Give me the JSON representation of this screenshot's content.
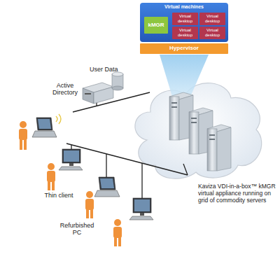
{
  "diagram": {
    "nodes": [
      {
        "text": [
          "Virtual machines"
        ]
      },
      {
        "text": [
          "kMGR"
        ],
        "in": 0
      },
      {
        "text": [
          "Virtual desktop"
        ],
        "in": 0
      },
      {
        "text": [
          "Virtual desktop"
        ],
        "in": 0
      },
      {
        "text": [
          "Virtual desktop"
        ],
        "in": 0
      },
      {
        "text": [
          "Virtual desktop"
        ],
        "in": 0
      },
      {
        "text": [
          "Hypervisor"
        ]
      }
    ],
    "labels": [
      "User Data",
      "Active Directory",
      "Thin client",
      "Refurbished PC",
      "Kaviza VDI-in-a-box™ kMGR virtual appliance running on grid of commodity servers"
    ]
  }
}
